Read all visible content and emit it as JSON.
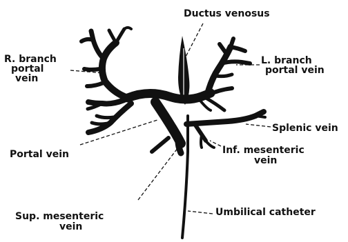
{
  "labels": {
    "ductus_venosus": "Ductus venosus",
    "r_branch": [
      "R. branch",
      "portal",
      "vein"
    ],
    "l_branch": [
      "L. branch",
      "portal vein"
    ],
    "splenic_vein": "Splenic vein",
    "portal_vein": "Portal vein",
    "inf_mesenteric": [
      "Inf. mesenteric",
      "vein"
    ],
    "sup_mesenteric": [
      "Sup. mesenteric",
      "vein"
    ],
    "umbilical_catheter": "Umbilical catheter"
  },
  "colors": {
    "ink": "#111111",
    "background": "#ffffff"
  }
}
